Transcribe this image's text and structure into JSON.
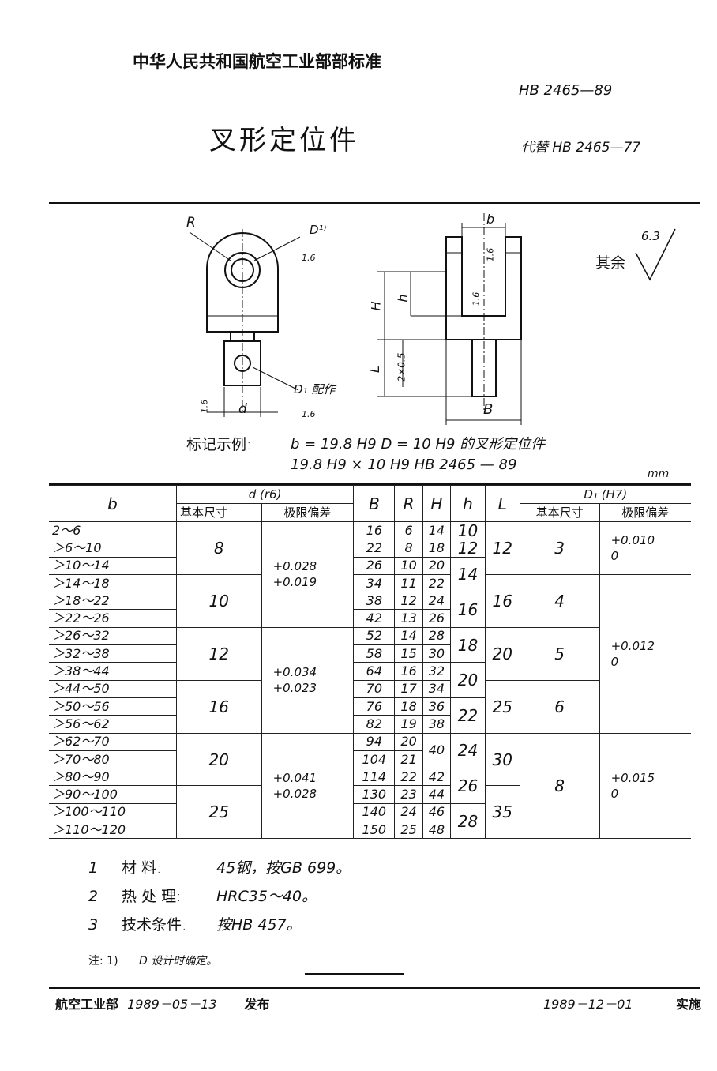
{
  "header": {
    "org_standard": "中华人民共和国航空工业部部标准",
    "code": "HB 2465—89",
    "title": "叉形定位件",
    "replaces": "代替 HB 2465—77"
  },
  "drawing": {
    "label_R": "R",
    "label_D": "D¹⁾",
    "roughness_1": "1.6",
    "label_D1": "D₁ 配作",
    "roughness_2": "1.6",
    "label_d": "d",
    "roughness_3": "1.6",
    "label_b": "b",
    "roughness_4": "1.6",
    "roughness_5": "1.6",
    "label_H": "H",
    "label_h": "h",
    "label_L": "L",
    "label_chamfer": "2×0.5",
    "label_B": "B",
    "rest_label": "其余",
    "rest_value": "6.3"
  },
  "marking": {
    "label": "标记示例:",
    "line1": "b = 19.8 H9    D = 10 H9 的叉形定位件",
    "line2": "19.8 H9 × 10 H9  HB 2465 — 89"
  },
  "unit": "mm",
  "table": {
    "headers": {
      "b": "b",
      "d": "d (r6)",
      "d_basic": "基本尺寸",
      "d_dev": "极限偏差",
      "B": "B",
      "R": "R",
      "H": "H",
      "h": "h",
      "L": "L",
      "D1": "D₁ (H7)",
      "D1_basic": "基本尺寸",
      "D1_dev": "极限偏差"
    },
    "b": [
      "2～6",
      "＞6～10",
      "＞10～14",
      "＞14～18",
      "＞18～22",
      "＞22～26",
      "＞26～32",
      "＞32～38",
      "＞38～44",
      "＞44～50",
      "＞50～56",
      "＞56～62",
      "＞62～70",
      "＞70～80",
      "＞80～90",
      "＞90～100",
      "＞100～110",
      "＞110～120"
    ],
    "d_basic": [
      {
        "v": "8",
        "n": 3
      },
      {
        "v": "10",
        "n": 3
      },
      {
        "v": "12",
        "n": 3
      },
      {
        "v": "16",
        "n": 3
      },
      {
        "v": "20",
        "n": 3
      },
      {
        "v": "25",
        "n": 3
      }
    ],
    "d_dev": [
      {
        "v": "+0.028\n+0.019",
        "n": 6
      },
      {
        "v": "+0.034\n+0.023",
        "n": 6
      },
      {
        "v": "+0.041\n+0.028",
        "n": 6
      }
    ],
    "B": [
      "16",
      "22",
      "26",
      "34",
      "38",
      "42",
      "52",
      "58",
      "64",
      "70",
      "76",
      "82",
      "94",
      "104",
      "114",
      "130",
      "140",
      "150"
    ],
    "R": [
      "6",
      "8",
      "10",
      "11",
      "12",
      "13",
      "14",
      "15",
      "16",
      "17",
      "18",
      "19",
      "20",
      "21",
      "22",
      "23",
      "24",
      "25"
    ],
    "H": [
      {
        "v": "14",
        "n": 1
      },
      {
        "v": "18",
        "n": 1
      },
      {
        "v": "20",
        "n": 1
      },
      {
        "v": "22",
        "n": 1
      },
      {
        "v": "24",
        "n": 1
      },
      {
        "v": "26",
        "n": 1
      },
      {
        "v": "28",
        "n": 1
      },
      {
        "v": "30",
        "n": 1
      },
      {
        "v": "32",
        "n": 1
      },
      {
        "v": "34",
        "n": 1
      },
      {
        "v": "36",
        "n": 1
      },
      {
        "v": "38",
        "n": 1
      },
      {
        "v": "40",
        "n": 2
      },
      {
        "v": "42",
        "n": 1
      },
      {
        "v": "44",
        "n": 1
      },
      {
        "v": "46",
        "n": 1
      },
      {
        "v": "48",
        "n": 1
      }
    ],
    "h": [
      {
        "v": "10",
        "n": 1
      },
      {
        "v": "12",
        "n": 1
      },
      {
        "v": "14",
        "n": 2
      },
      {
        "v": "16",
        "n": 2
      },
      {
        "v": "18",
        "n": 2
      },
      {
        "v": "20",
        "n": 2
      },
      {
        "v": "22",
        "n": 2
      },
      {
        "v": "24",
        "n": 2
      },
      {
        "v": "26",
        "n": 2
      },
      {
        "v": "28",
        "n": 2
      }
    ],
    "L": [
      {
        "v": "12",
        "n": 3
      },
      {
        "v": "16",
        "n": 3
      },
      {
        "v": "20",
        "n": 3
      },
      {
        "v": "25",
        "n": 3
      },
      {
        "v": "30",
        "n": 3
      },
      {
        "v": "35",
        "n": 3
      }
    ],
    "D1_basic": [
      {
        "v": "3",
        "n": 3
      },
      {
        "v": "4",
        "n": 3
      },
      {
        "v": "5",
        "n": 3
      },
      {
        "v": "6",
        "n": 3
      },
      {
        "v": "8",
        "n": 6
      }
    ],
    "D1_dev": [
      {
        "v": "+0.010\n0",
        "n": 3
      },
      {
        "v": "+0.012\n0",
        "n": 9
      },
      {
        "v": "+0.015\n0",
        "n": 6
      }
    ]
  },
  "notes": [
    {
      "num": "1",
      "label": "材    料:",
      "text": "45钢，按GB 699。"
    },
    {
      "num": "2",
      "label": "热 处 理:",
      "text": "HRC35～40。"
    },
    {
      "num": "3",
      "label": "技术条件:",
      "text": "按HB 457。"
    }
  ],
  "footnote": {
    "label": "注: 1)",
    "text": "D   设计时确定。"
  },
  "footer": {
    "issuer": "航空工业部",
    "issue_date": "1989－05－13",
    "issue_label": "发布",
    "effective_date": "1989－12－01",
    "effective_label": "实施"
  }
}
